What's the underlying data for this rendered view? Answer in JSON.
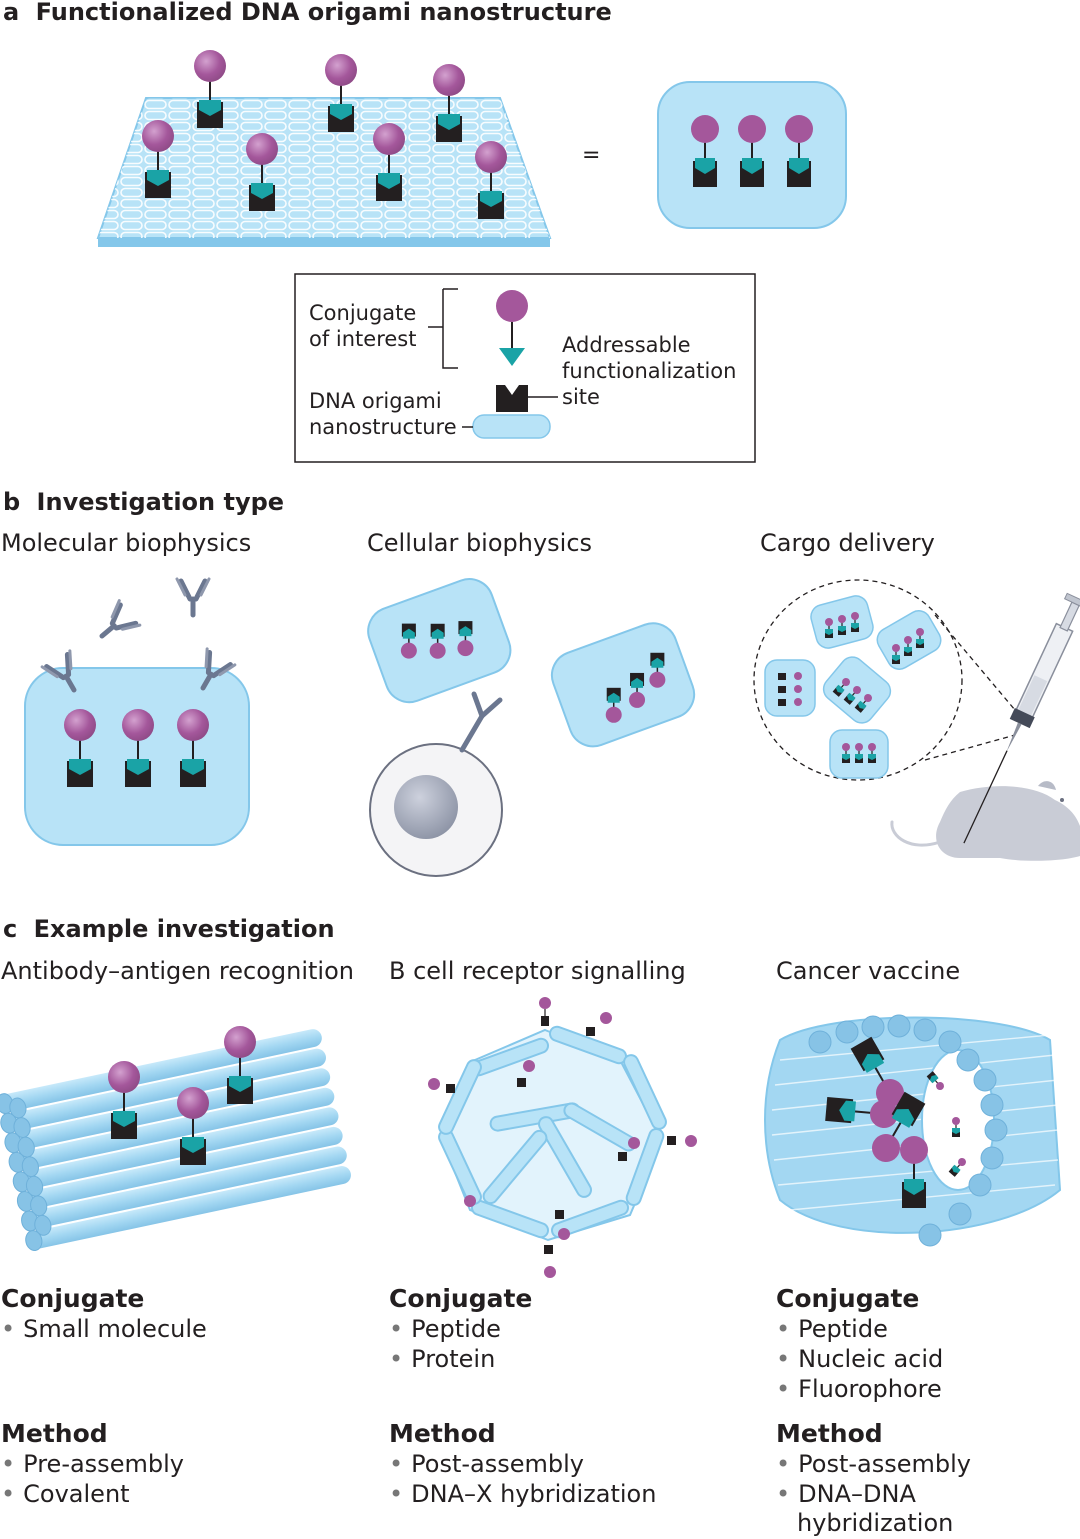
{
  "panel_a": {
    "letter": "a",
    "title": "Functionalized DNA origami nanostructure",
    "equals": "=",
    "legend": {
      "conjugate": [
        "Conjugate",
        "of interest"
      ],
      "site": [
        "Addressable",
        "functionalization",
        "site"
      ],
      "origami": [
        "DNA origami",
        "nanostructure"
      ]
    }
  },
  "panel_b": {
    "letter": "b",
    "title": "Investigation type",
    "columns": [
      "Molecular biophysics",
      "Cellular biophysics",
      "Cargo delivery"
    ]
  },
  "panel_c": {
    "letter": "c",
    "title": "Example investigation",
    "columns": [
      {
        "title": "Antibody–antigen recognition",
        "conjugate_heading": "Conjugate",
        "conjugate": [
          "Small molecule"
        ],
        "method_heading": "Method",
        "method": [
          "Pre-assembly",
          "Covalent"
        ]
      },
      {
        "title": "B cell receptor signalling",
        "conjugate_heading": "Conjugate",
        "conjugate": [
          "Peptide",
          "Protein"
        ],
        "method_heading": "Method",
        "method": [
          "Post-assembly",
          "DNA–X hybridization"
        ]
      },
      {
        "title": "Cancer vaccine",
        "conjugate_heading": "Conjugate",
        "conjugate": [
          "Peptide",
          "Nucleic acid",
          "Fluorophore"
        ],
        "method_heading": "Method",
        "method": [
          "Post-assembly",
          "DNA–DNA",
          "hybridization"
        ]
      }
    ]
  },
  "colors": {
    "origami_fill": "#b8e3f7",
    "origami_stroke": "#84c7ea",
    "conjugate": "#a4579b",
    "site_top": "#1aa3a6",
    "site_base": "#231f20",
    "antibody": "#6b7790",
    "mouse": "#c9ccd6"
  }
}
